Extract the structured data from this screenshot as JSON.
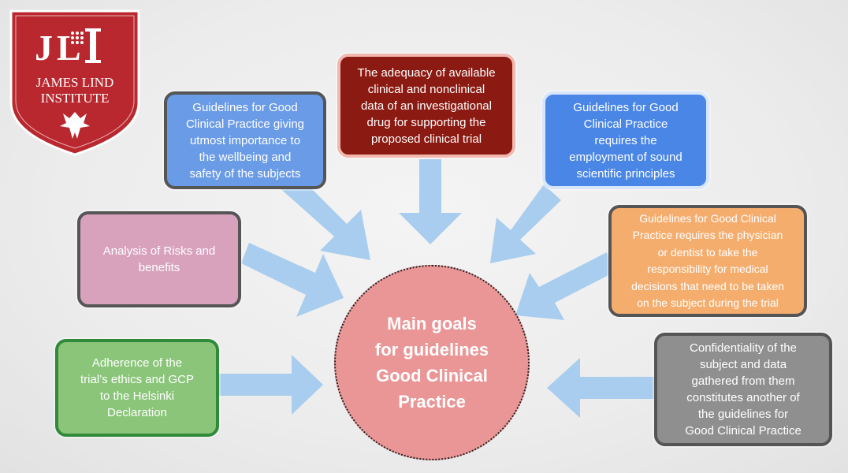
{
  "logo": {
    "monogram": "JLI",
    "line1": "JAMES LIND",
    "line2": "INSTITUTE"
  },
  "center": {
    "text": "Main goals\nfor guidelines\nGood Clinical\nPractice"
  },
  "boxes": {
    "wellbeing": "Guidelines for Good\nClinical Practice giving\nutmost importance to\nthe wellbeing and\nsafety of the subjects",
    "adequacy": "The adequacy of available\nclinical and nonclinical\ndata of an investigational\ndrug for supporting the\nproposed clinical trial",
    "scientific": "Guidelines for Good\nClinical Practice\nrequires the\nemployment of sound\nscientific principles",
    "risks": "Analysis of Risks and\nbenefits",
    "physician": "Guidelines for Good Clinical\nPractice requires the physician\nor dentist to take the\nresponsibility for medical\ndecisions that need to be taken\non the subject during the trial",
    "helsinki": "Adherence of the\ntrial’s ethics and GCP\nto the Helsinki\nDeclaration",
    "confidentiality": "Confidentiality of the\nsubject and data\ngathered from them\nconstitutes another of\nthe guidelines for\nGood Clinical Practice"
  },
  "colors": {
    "arrow": "#a9cdee",
    "center": "#ea9696"
  }
}
